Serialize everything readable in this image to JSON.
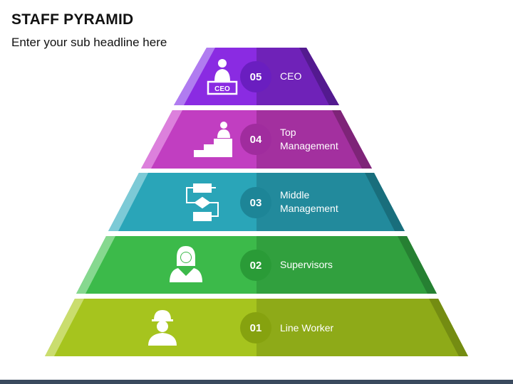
{
  "header": {
    "title": "STAFF PYRAMID",
    "subtitle": "Enter your sub headline here"
  },
  "tiers": [
    {
      "number": "05",
      "line1": "CEO",
      "line2": "",
      "color": "#8a2be2",
      "icon": "ceo-icon"
    },
    {
      "number": "04",
      "line1": "Top",
      "line2": "Management",
      "color": "#c13ec1",
      "icon": "podium-person-icon"
    },
    {
      "number": "03",
      "line1": "Middle",
      "line2": "Management",
      "color": "#2aa5b8",
      "icon": "workflow-icon"
    },
    {
      "number": "02",
      "line1": "Supervisors",
      "line2": "",
      "color": "#3cba4a",
      "icon": "woman-supervisor-icon"
    },
    {
      "number": "01",
      "line1": "Line Worker",
      "line2": "",
      "color": "#a6c41e",
      "icon": "hardhat-worker-icon"
    }
  ],
  "icon_text": {
    "ceo_sign": "CEO"
  }
}
